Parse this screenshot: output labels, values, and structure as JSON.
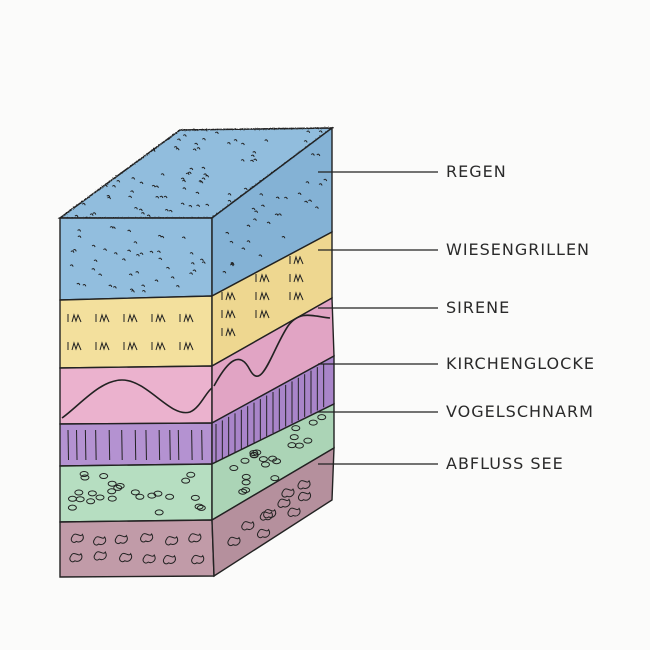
{
  "diagram": {
    "layers": [
      {
        "label": "REGEN",
        "color": "#7fb3d8",
        "texture": "dots"
      },
      {
        "label": "WIESENGRILLEN",
        "color": "#f1da8c",
        "texture": "hatch"
      },
      {
        "label": "SIRENE",
        "color": "#e7a4c6",
        "texture": "wave"
      },
      {
        "label": "KIRCHENGLOCKE",
        "color": "#a77fc9",
        "texture": "lines"
      },
      {
        "label": "VOGELSCHNARM",
        "color": "#a9d8b6",
        "texture": "ovals"
      },
      {
        "label": "ABFLUSS SEE",
        "color": "#b68a99",
        "texture": "blobs"
      }
    ]
  }
}
